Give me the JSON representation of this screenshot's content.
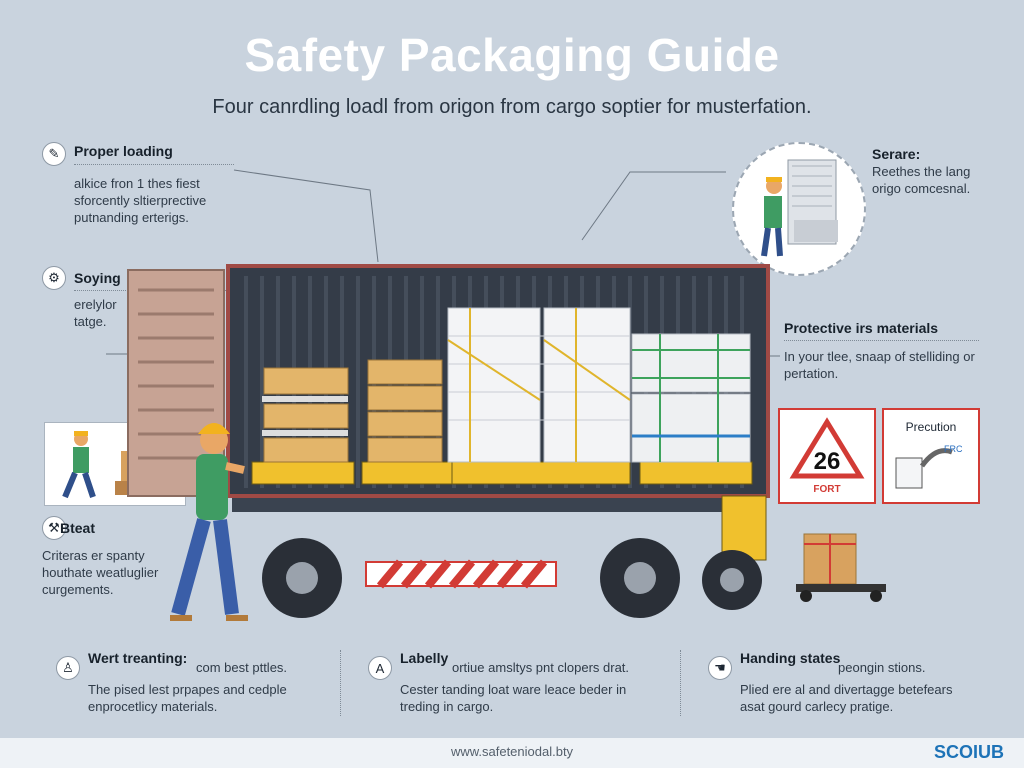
{
  "header": {
    "title": "Safety Packaging Guide",
    "subtitle": "Four canrdling loadl from origon from cargo soptier for musterfation."
  },
  "sections": {
    "proper_loading": {
      "label": "Proper loading",
      "text": "alkice fron 1 thes fiest sforcently sltierprective putnanding erterigs."
    },
    "soying": {
      "label": "Soying",
      "text": "erelylor tatge."
    },
    "bteat": {
      "label": "Bteat",
      "text": "Criteras er spanty houthate weatluglier curgements."
    },
    "serare": {
      "label": "Serare:",
      "text": "Reethes the lang origo comcesnal."
    },
    "protective": {
      "label": "Protective irs materials",
      "text": "In your tlee, snaap of stelliding or pertation."
    },
    "precution": {
      "label": "Precution"
    }
  },
  "bottom": [
    {
      "label": "Wert treanting:",
      "inline": "com best pttles.",
      "text": "The pised lest prpapes and cedple enprocetlicy materials."
    },
    {
      "label": "Labelly",
      "inline": "ortiue amsltys pnt clopers drat.",
      "text": "Cester tanding loat ware leace beder in treding in cargo."
    },
    {
      "label": "Handing states",
      "inline": "peongin stions.",
      "text": "Plied ere al and divertagge betefears asat gourd carlecy pratige."
    }
  ],
  "sign": {
    "number": "26",
    "caption": "FORT",
    "small": "FRC"
  },
  "footer": {
    "url": "www.safeteniodal.bty",
    "brand": "SCOIUB"
  },
  "colors": {
    "accent": "#d23b35",
    "brand": "#1d73b7",
    "pallet": "#f0c12d",
    "container": "#3a4350"
  }
}
